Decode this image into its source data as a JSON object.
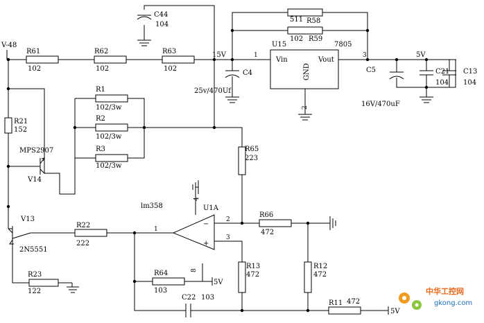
{
  "supply": {
    "net_v48": "V-48",
    "net_15v": "15V",
    "net_5v": "5V",
    "net_5v_b": "5V",
    "net_5v_c": "5V"
  },
  "c44": {
    "ref": "C44",
    "value": "104"
  },
  "r58": {
    "ref": "R58",
    "value": "511"
  },
  "r59": {
    "ref": "R59",
    "value": "102"
  },
  "u15": {
    "ref": "U15",
    "part": "7805",
    "vin": "Vin",
    "vout": "Vout",
    "gnd": "GND",
    "pin1": "1",
    "pin2": "2",
    "pin3": "3"
  },
  "r61": {
    "ref": "R61",
    "value": "102"
  },
  "r62": {
    "ref": "R62",
    "value": "102"
  },
  "r63": {
    "ref": "R63",
    "value": "102"
  },
  "c4": {
    "ref": "C4",
    "value": "25v/470Uf"
  },
  "c5": {
    "ref": "C5",
    "value": "16V/470uF"
  },
  "c21": {
    "ref": "C21",
    "value": "104"
  },
  "c13": {
    "ref": "C13",
    "value": "104"
  },
  "r1": {
    "ref": "R1",
    "value": "102/3w"
  },
  "r2": {
    "ref": "R2",
    "value": "102/3w"
  },
  "r3": {
    "ref": "R3",
    "value": "102/3w"
  },
  "r21": {
    "ref": "R21",
    "value": "152"
  },
  "v14": {
    "ref": "V14",
    "part": "MPS2907"
  },
  "r65": {
    "ref": "R65",
    "value": "223"
  },
  "u1a": {
    "ref": "U1A",
    "part": "lm358",
    "pin_out": "1",
    "pin_inv": "2",
    "pin_noninv": "3",
    "pin_vcc": "8",
    "pin_gnd": "4",
    "sign_inv": "−",
    "sign_noninv": "+"
  },
  "v13": {
    "ref": "V13",
    "part": "2N5551"
  },
  "r22": {
    "ref": "R22",
    "value": "222"
  },
  "r66": {
    "ref": "R66",
    "value": "472"
  },
  "r13": {
    "ref": "R13",
    "value": "472"
  },
  "r12": {
    "ref": "R12",
    "value": "472"
  },
  "r64": {
    "ref": "R64",
    "value": "103"
  },
  "r23": {
    "ref": "R23",
    "value": "122"
  },
  "c22": {
    "ref": "C22",
    "value": "103"
  },
  "r11": {
    "ref": "R11",
    "value": "472"
  },
  "watermark": {
    "logo_text": "中华工控网",
    "url": "gkong.com"
  }
}
